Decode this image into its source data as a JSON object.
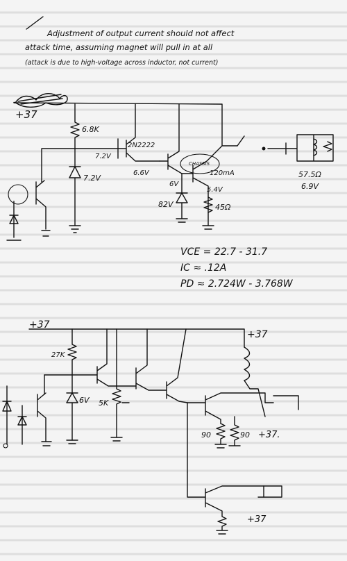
{
  "note": {
    "line1": "Adjustment of output current should not affect",
    "line2": "attack time, assuming magnet will pull in at all",
    "line3": "(attack is due to high-voltage across inductor, not current)"
  },
  "circuit1": {
    "supply": "+37",
    "r1": "6.8K",
    "transistor": "2N2222",
    "v_base": "7.2V",
    "zener": "7.2V",
    "v_emitter": "6.6V",
    "chassis": "CHASSIS",
    "current": "120mA",
    "v_6": "6V",
    "v_54": "5.4V",
    "zener2": "82V",
    "r_emitter": "45Ω",
    "load_r": "57.5Ω",
    "load_v": "6.9V"
  },
  "equations": {
    "vce": "VCE = 22.7 - 31.7",
    "ic": "IC ≈ .12A",
    "pd": "PD ≈ 2.724W - 3.768W"
  },
  "circuit2": {
    "supply": "+37",
    "supply_r": "+37",
    "r1": "27K",
    "zener": "6V",
    "pot": "5K",
    "r90a": "90",
    "r90b": "90",
    "plus37_a": "+37.",
    "plus37_b": "+37"
  }
}
